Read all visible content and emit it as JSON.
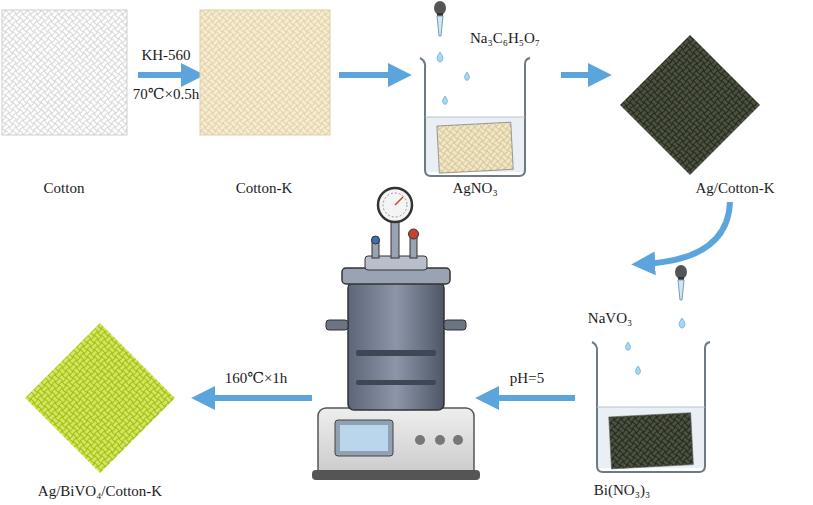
{
  "diagram": {
    "nodes": [
      {
        "text": [
          "Cotton"
        ]
      },
      {
        "text": [
          "Cotton-K"
        ]
      },
      {
        "text": [
          "Na₃C₆H₅O₇",
          "AgNO₃"
        ]
      },
      {
        "text": [
          "Ag/Cotton-K"
        ]
      },
      {
        "text": [
          "NaVO₃",
          "Bi(NO₃)₃"
        ]
      },
      {
        "text": [
          "Ag/BiVO₄/Cotton-K"
        ]
      }
    ],
    "edges": [
      {
        "from": 0,
        "to": 1,
        "arrow": "to",
        "label": "KH-560"
      },
      {
        "from": 1,
        "to": 2,
        "arrow": "to"
      },
      {
        "from": 2,
        "to": 3,
        "arrow": "to"
      },
      {
        "from": 3,
        "to": 4,
        "arrow": "to"
      }
    ],
    "labels": [
      "70℃×0.5h",
      "pH=5",
      "160℃×1h"
    ]
  }
}
